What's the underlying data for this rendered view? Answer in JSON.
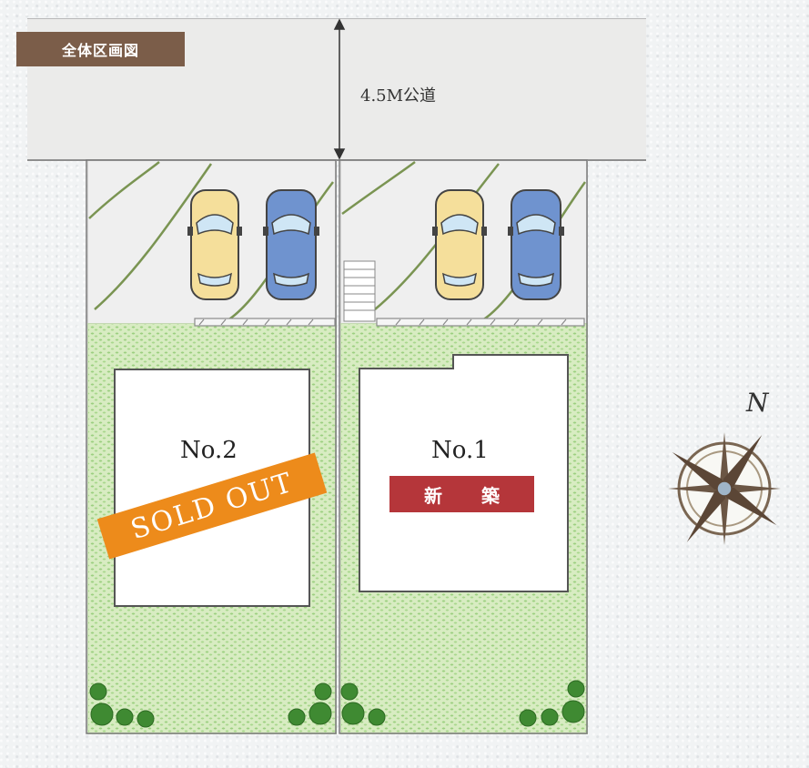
{
  "header": {
    "title": "全体区画図"
  },
  "road": {
    "label": "4.5M公道"
  },
  "lots": [
    {
      "name": "No.2",
      "status": "SOLD OUT"
    },
    {
      "name": "No.1",
      "status": "新 築"
    }
  ],
  "compass": {
    "north_label": "N"
  },
  "colors": {
    "title_bg": "#7b5d49",
    "new_badge": "#b5363a",
    "sold_badge": "#ed8b1b",
    "car_yellow": "#f5df9b",
    "car_blue": "#6f93cf",
    "lawn": "#d8ecc2"
  }
}
